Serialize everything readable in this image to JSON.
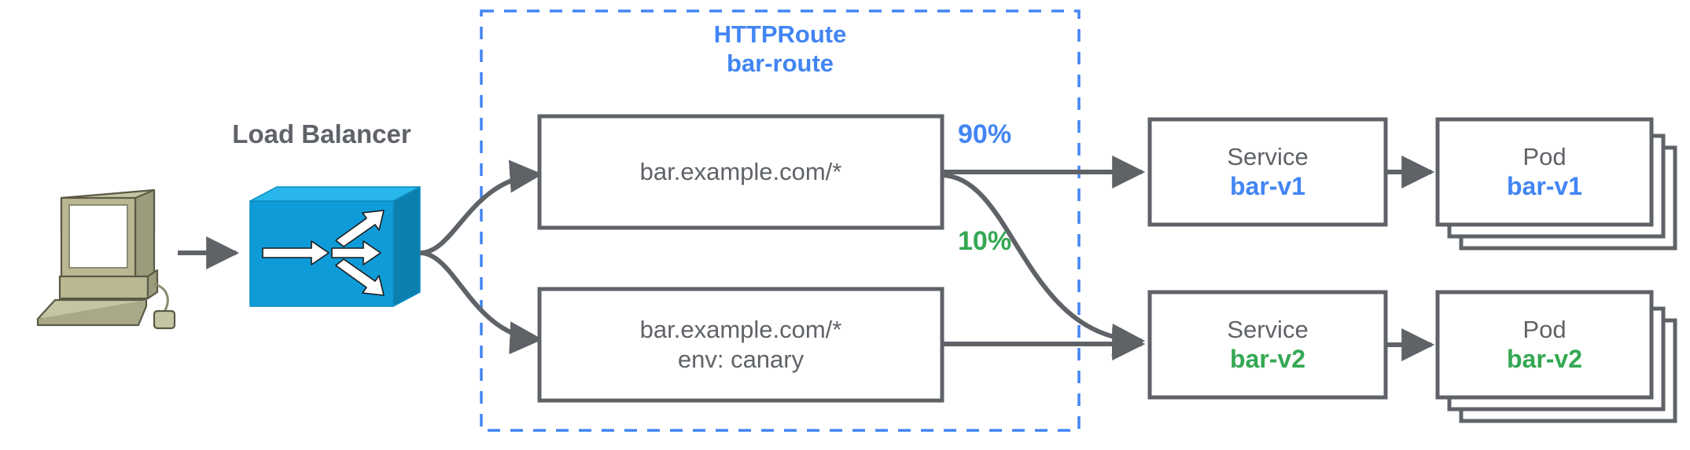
{
  "diagram": {
    "title": "HTTPRoute traffic splitting canary diagram",
    "colors": {
      "blue": "#4285f4",
      "green": "#34a853",
      "gray": "#5f6368",
      "box_border": "#5f6368",
      "lb_blue": "#0e9bd8",
      "computer_beige": "#b7b690"
    }
  },
  "client": {
    "icon": "computer-workstation-icon"
  },
  "load_balancer": {
    "label": "Load Balancer",
    "icon": "load-balancer-icon"
  },
  "httproute": {
    "kind_label": "HTTPRoute",
    "name_label": "bar-route",
    "rules": [
      {
        "id": "rule-primary",
        "line1": "bar.example.com/*",
        "line2": ""
      },
      {
        "id": "rule-canary",
        "line1": "bar.example.com/*",
        "line2": "env: canary"
      }
    ]
  },
  "weights": [
    {
      "id": "weight-90",
      "label": "90%",
      "color": "blue"
    },
    {
      "id": "weight-10",
      "label": "10%",
      "color": "green"
    }
  ],
  "services": [
    {
      "id": "service-bar-v1",
      "kind": "Service",
      "name": "bar-v1",
      "color": "blue"
    },
    {
      "id": "service-bar-v2",
      "kind": "Service",
      "name": "bar-v2",
      "color": "green"
    }
  ],
  "pods": [
    {
      "id": "pod-bar-v1",
      "kind": "Pod",
      "name": "bar-v1",
      "color": "blue",
      "replicas": 3
    },
    {
      "id": "pod-bar-v2",
      "kind": "Pod",
      "name": "bar-v2",
      "color": "green",
      "replicas": 3
    }
  ]
}
